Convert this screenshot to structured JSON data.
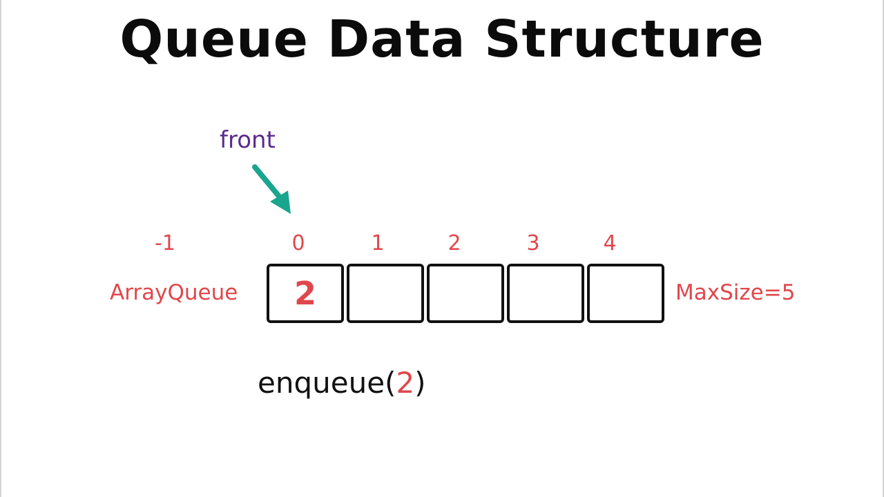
{
  "title": "Queue Data Structure",
  "front_label": "front",
  "array_label": "ArrayQueue",
  "max_size_label": "MaxSize=5",
  "indices": [
    "-1",
    "0",
    "1",
    "2",
    "3",
    "4"
  ],
  "cells": [
    "2",
    "",
    "",
    "",
    ""
  ],
  "operation": {
    "name": "enqueue",
    "open_paren": "(",
    "argument": "2",
    "close_paren": ")"
  },
  "colors": {
    "accent_red": "#e0474c",
    "front_purple": "#5a2b8c",
    "arrow_teal": "#1aa58f",
    "ink": "#111111"
  },
  "icons": {
    "front_pointer": "arrow-down-right-icon"
  }
}
